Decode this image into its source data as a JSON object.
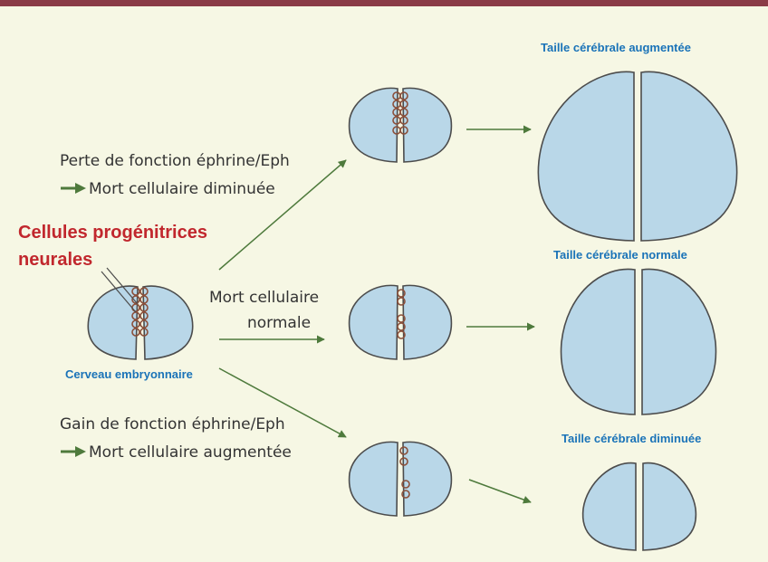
{
  "colors": {
    "background": "#f6f7e4",
    "top_rule": "#8a3b46",
    "brain_fill": "#b9d7e8",
    "brain_stroke": "#4c4c4c",
    "arrow": "#4e7a3c",
    "cell_stroke": "#8a4f3a",
    "red_label": "#c1272d",
    "blue_label": "#1a73b8",
    "narrative_text": "#333333"
  },
  "labels": {
    "progenitor_line1": "Cellules progénitrices",
    "progenitor_line2": "neurales",
    "embryonic_brain": "Cerveau embryonnaire"
  },
  "paths": {
    "loss": {
      "line1": "Perte de fonction éphrine/Eph",
      "line2": "Mort cellulaire diminuée",
      "outcome": "Taille cérébrale augmentée"
    },
    "normal": {
      "line1": "Mort cellulaire",
      "line2": "normale",
      "outcome": "Taille cérébrale normale"
    },
    "gain": {
      "line1": "Gain de fonction éphrine/Eph",
      "line2": "Mort cellulaire augmentée",
      "outcome": "Taille cérébrale diminuée"
    }
  }
}
